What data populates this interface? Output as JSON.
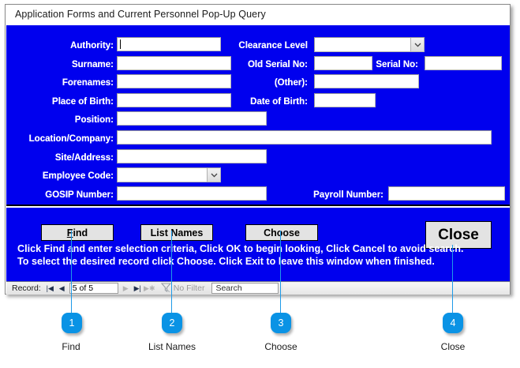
{
  "window": {
    "title": "Application Forms and Current Personnel Pop-Up Query"
  },
  "form": {
    "fields": [
      {
        "label": "Authority:",
        "type": "text",
        "value": "",
        "focused": true
      },
      {
        "label": "Clearance Level",
        "type": "combo",
        "value": ""
      },
      {
        "label": "Surname:",
        "type": "text",
        "value": ""
      },
      {
        "label": "Old  Serial No:",
        "type": "text",
        "value": ""
      },
      {
        "label": "Serial No:",
        "type": "text",
        "value": ""
      },
      {
        "label": "Forenames:",
        "type": "text",
        "value": ""
      },
      {
        "label": "(Other):",
        "type": "text",
        "value": ""
      },
      {
        "label": "Place of Birth:",
        "type": "text",
        "value": ""
      },
      {
        "label": "Date of Birth:",
        "type": "text",
        "value": ""
      },
      {
        "label": "Position:",
        "type": "text",
        "value": ""
      },
      {
        "label": "Location/Company:",
        "type": "text",
        "value": ""
      },
      {
        "label": "Site/Address:",
        "type": "text",
        "value": ""
      },
      {
        "label": "Employee Code:",
        "type": "combo",
        "value": ""
      },
      {
        "label": "GOSIP Number:",
        "type": "text",
        "value": ""
      },
      {
        "label": "Payroll Number:",
        "type": "text",
        "value": ""
      }
    ]
  },
  "buttons": {
    "find": {
      "label": "Find",
      "accelerator": "F"
    },
    "list_names": {
      "label": "List Names"
    },
    "choose": {
      "label": "Choose"
    },
    "close": {
      "label": "Close"
    }
  },
  "instructions": {
    "text": "Click Find and enter selection criteria, Click OK to begin looking, Click Cancel to avoid search. To select the desired record click Choose. Click Exit to leave this window when finished."
  },
  "record_nav": {
    "label": "Record:",
    "first_icon": "first-record-icon",
    "previous_icon": "previous-record-icon",
    "position": "5 of 5",
    "next_icon": "next-record-icon",
    "last_icon": "last-record-icon",
    "new_icon": "new-record-icon",
    "filter_icon": "filter-icon",
    "filter_label": "No Filter",
    "search_placeholder": "Search"
  },
  "callouts": [
    {
      "number": "1",
      "caption": "Find"
    },
    {
      "number": "2",
      "caption": "List Names"
    },
    {
      "number": "3",
      "caption": "Choose"
    },
    {
      "number": "4",
      "caption": "Close"
    }
  ],
  "colors": {
    "form_background": "#0000ee",
    "label_text": "#ffffff",
    "callout_badge": "#0a93e5",
    "callout_line": "#1e9ae8",
    "button_face": "#e3e3e3"
  }
}
